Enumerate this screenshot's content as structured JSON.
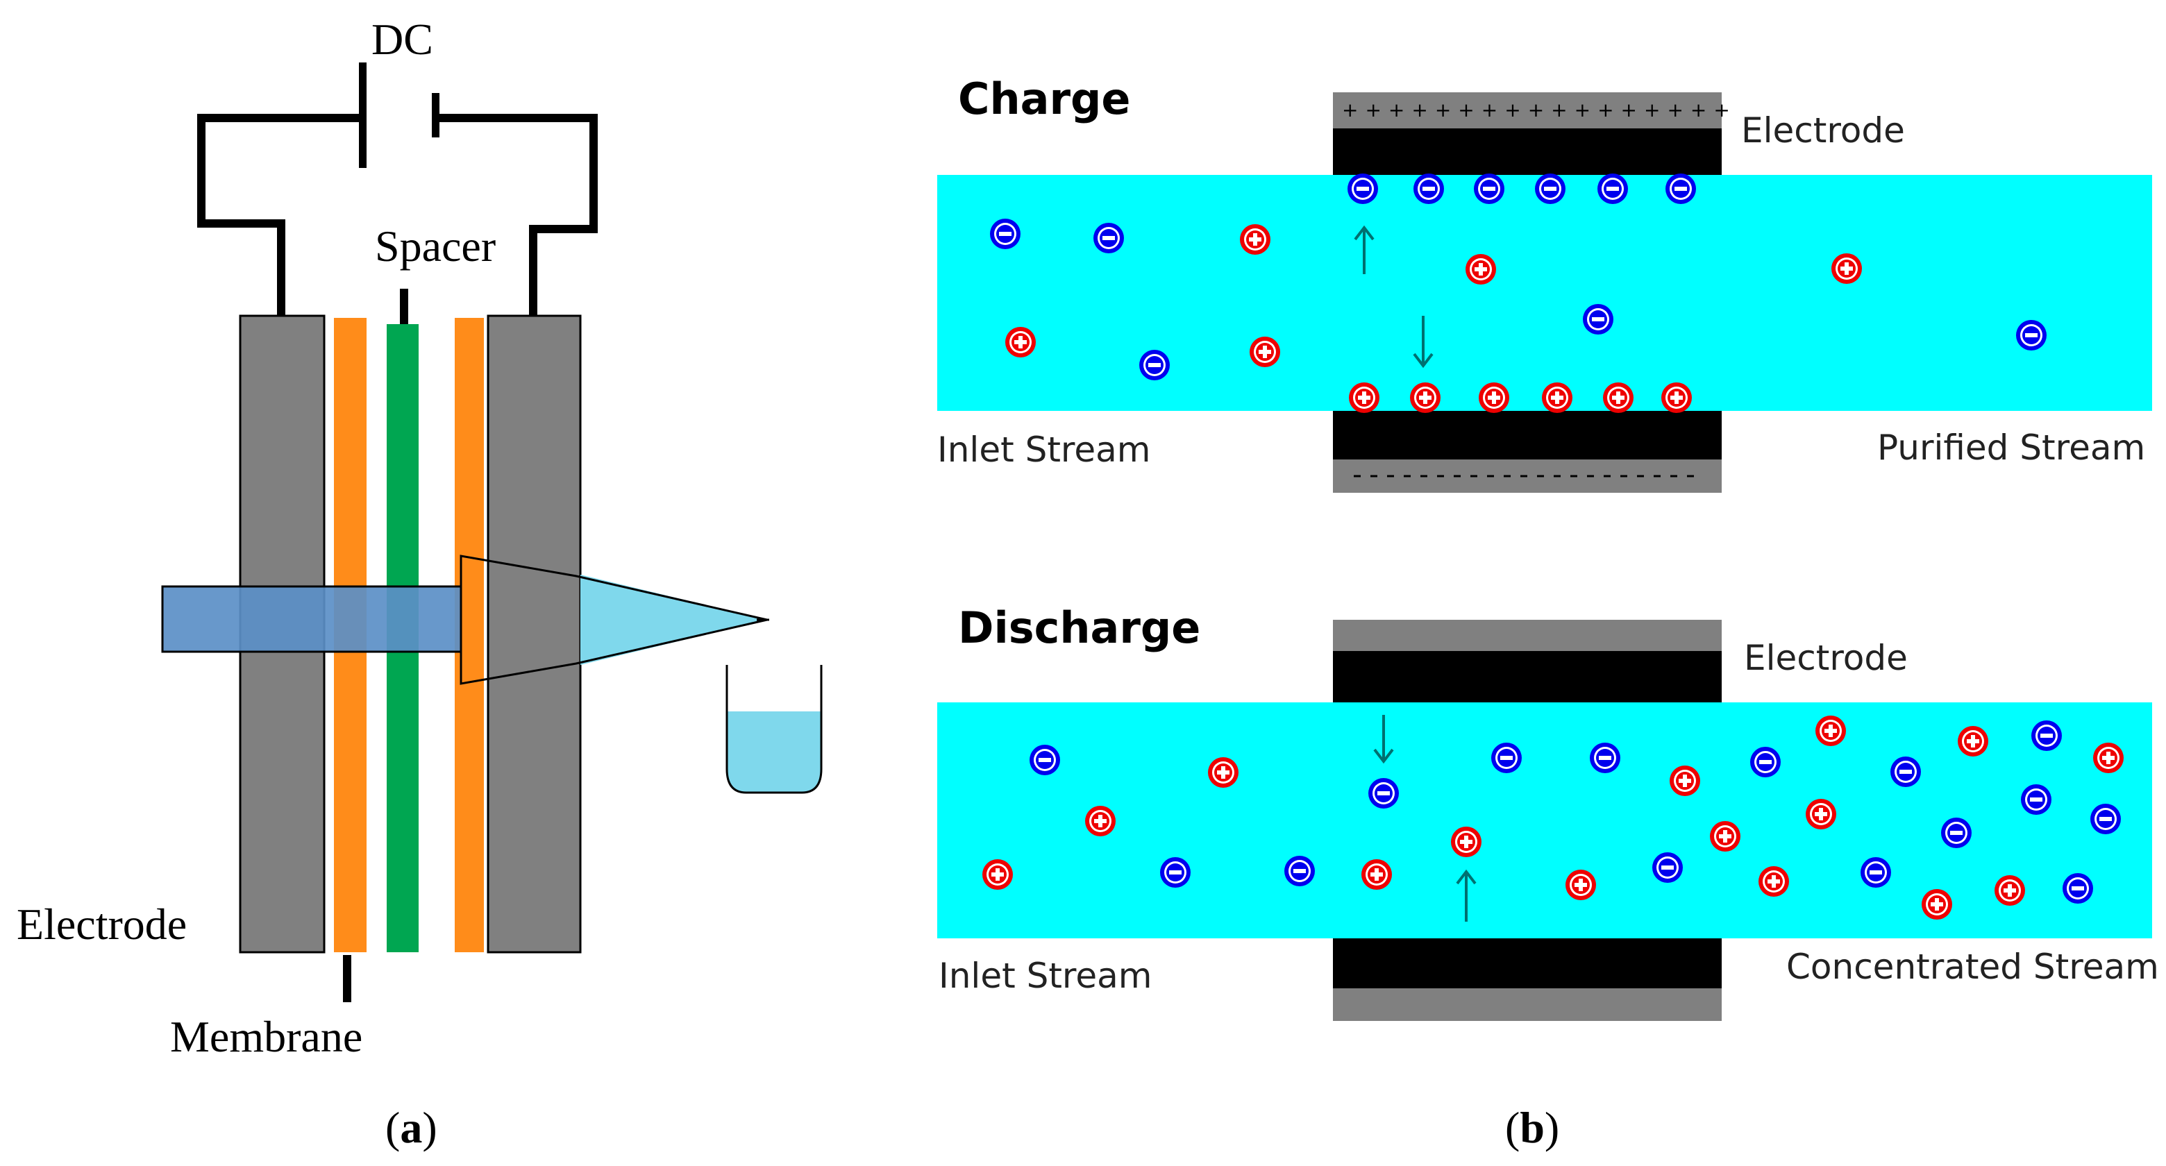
{
  "panel_a": {
    "labels": {
      "dc": "DC",
      "spacer": "Spacer",
      "electrode": "Electrode",
      "membrane": "Membrane"
    },
    "caption": {
      "open": "(",
      "letter": "a",
      "close": ")"
    }
  },
  "panel_b": {
    "charge": {
      "title": "Charge",
      "electrode_label": "Electrode",
      "inlet_label": "Inlet Stream",
      "outlet_label": "Purified Stream"
    },
    "discharge": {
      "title": "Discharge",
      "electrode_label": "Electrode",
      "inlet_label": "Inlet Stream",
      "outlet_label": "Concentrated Stream"
    },
    "caption": {
      "open": "(",
      "letter": "b",
      "close": ")"
    }
  },
  "colors": {
    "electrode": "#808080",
    "membrane": "#ff8c1a",
    "spacer": "#00a651",
    "feed_flow": "#5b8fc7",
    "outlet_flow": "#7fd8ec",
    "stream": "#00ffff",
    "electrode_core": "#000000",
    "cation": "#ff1a1a",
    "anion": "#1a1aff"
  },
  "icons": {
    "anion": "minus-circle-icon",
    "cation": "plus-circle-icon",
    "arrow": "arrow-icon",
    "beaker": "beaker-icon"
  }
}
